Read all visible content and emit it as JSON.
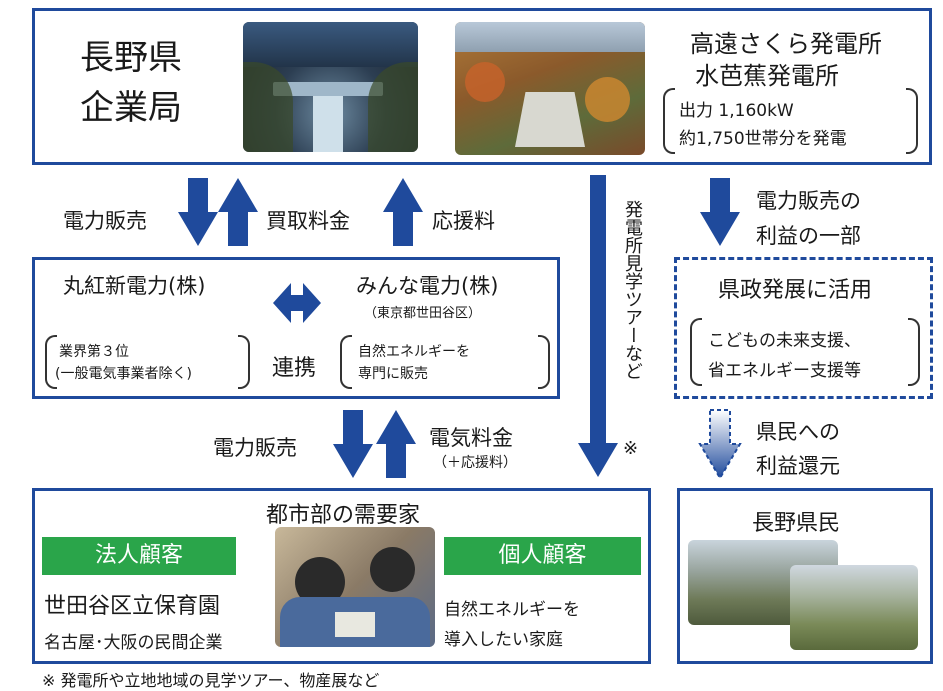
{
  "agency": {
    "line1": "長野県",
    "line2": "企業局"
  },
  "plants": {
    "line1": "高遠さくら発電所",
    "line2": "水芭蕉発電所",
    "output": "出力 1,160kW",
    "households": "約1,750世帯分を発電"
  },
  "flows": {
    "sale_top": "電力販売",
    "purchase_fee": "買取料金",
    "support_fee": "応援料",
    "profit_line1": "電力販売の",
    "profit_line2": "利益の一部",
    "tour_vertical": "発電所見学ツアーなど",
    "tour_mark": "※",
    "sale_bottom": "電力販売",
    "electric_fee": "電気料金",
    "electric_fee_note": "（＋応援料）",
    "return_line1": "県民への",
    "return_line2": "利益還元"
  },
  "marubeni": {
    "name": "丸紅新電力(株)",
    "note_line1": "業界第３位",
    "note_line2": "(一般電気事業者除く)"
  },
  "link_label": "連携",
  "minna": {
    "name": "みんな電力(株)",
    "location": "（東京都世田谷区）",
    "note_line1": "自然エネルギーを",
    "note_line2": "専門に販売"
  },
  "prefecture_use": {
    "title": "県政発展に活用",
    "line1": "こどもの未来支援、",
    "line2": "省エネルギー支援等"
  },
  "consumers": {
    "title": "都市部の需要家",
    "corporate_label": "法人顧客",
    "corporate_item1": "世田谷区立保育園",
    "corporate_item2": "名古屋･大阪の民間企業",
    "individual_label": "個人顧客",
    "individual_line1": "自然エネルギーを",
    "individual_line2": "導入したい家庭"
  },
  "residents": {
    "title": "長野県民"
  },
  "footnote": "※ 発電所や立地地域の見学ツアー、物産展など",
  "colors": {
    "border": "#1f4a9c",
    "arrow": "#1f4a9c",
    "green": "#2aa54a"
  }
}
